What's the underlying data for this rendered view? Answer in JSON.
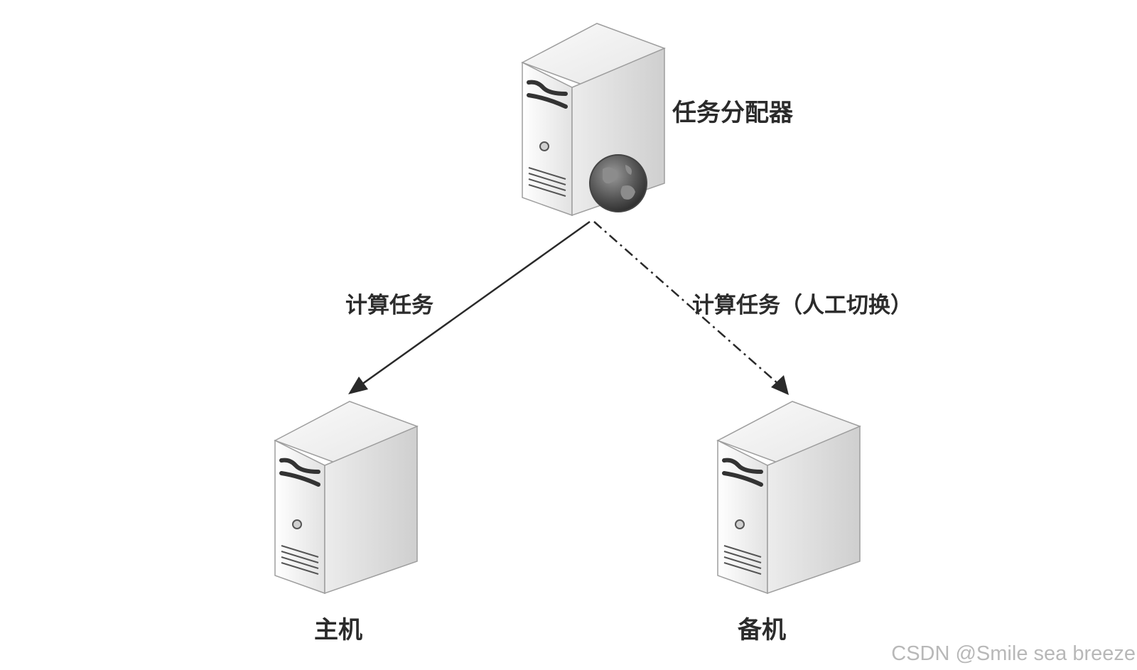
{
  "nodes": {
    "dispatcher": {
      "label": "任务分配器",
      "icon": "server-with-globe-icon"
    },
    "primary": {
      "label": "主机",
      "icon": "server-icon"
    },
    "backup": {
      "label": "备机",
      "icon": "server-icon"
    }
  },
  "edges": {
    "to_primary": {
      "label": "计算任务",
      "style": "solid"
    },
    "to_backup": {
      "label": "计算任务（人工切换）",
      "style": "dash-dot"
    }
  },
  "watermark": "CSDN @Smile sea breeze",
  "colors": {
    "line": "#2a2a2a",
    "label": "#2b2b2b",
    "watermark": "#b8b8b8"
  }
}
